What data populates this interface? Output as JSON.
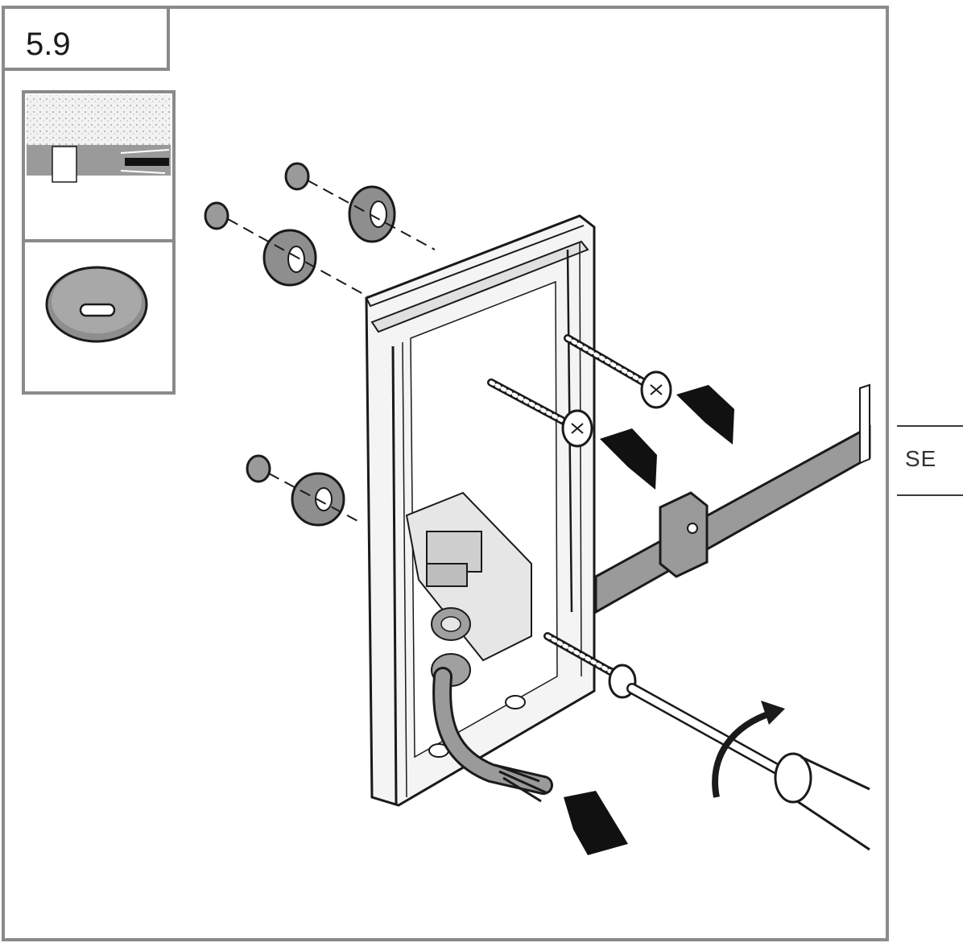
{
  "step": {
    "number": "5.9"
  },
  "language_tab": {
    "code": "SE"
  },
  "icons": [
    "wall-section-detail",
    "grommet-detail",
    "wall-plug",
    "grommet",
    "screw",
    "mounting-bracket",
    "cable",
    "screwdriver",
    "push-arrow",
    "rotate-arrow",
    "pull-arrow"
  ],
  "colors": {
    "frame": "#8a8a8a",
    "line": "#1a1a1a",
    "gray_fill": "#9a9a9a",
    "light_fill": "#e6e6e6"
  }
}
